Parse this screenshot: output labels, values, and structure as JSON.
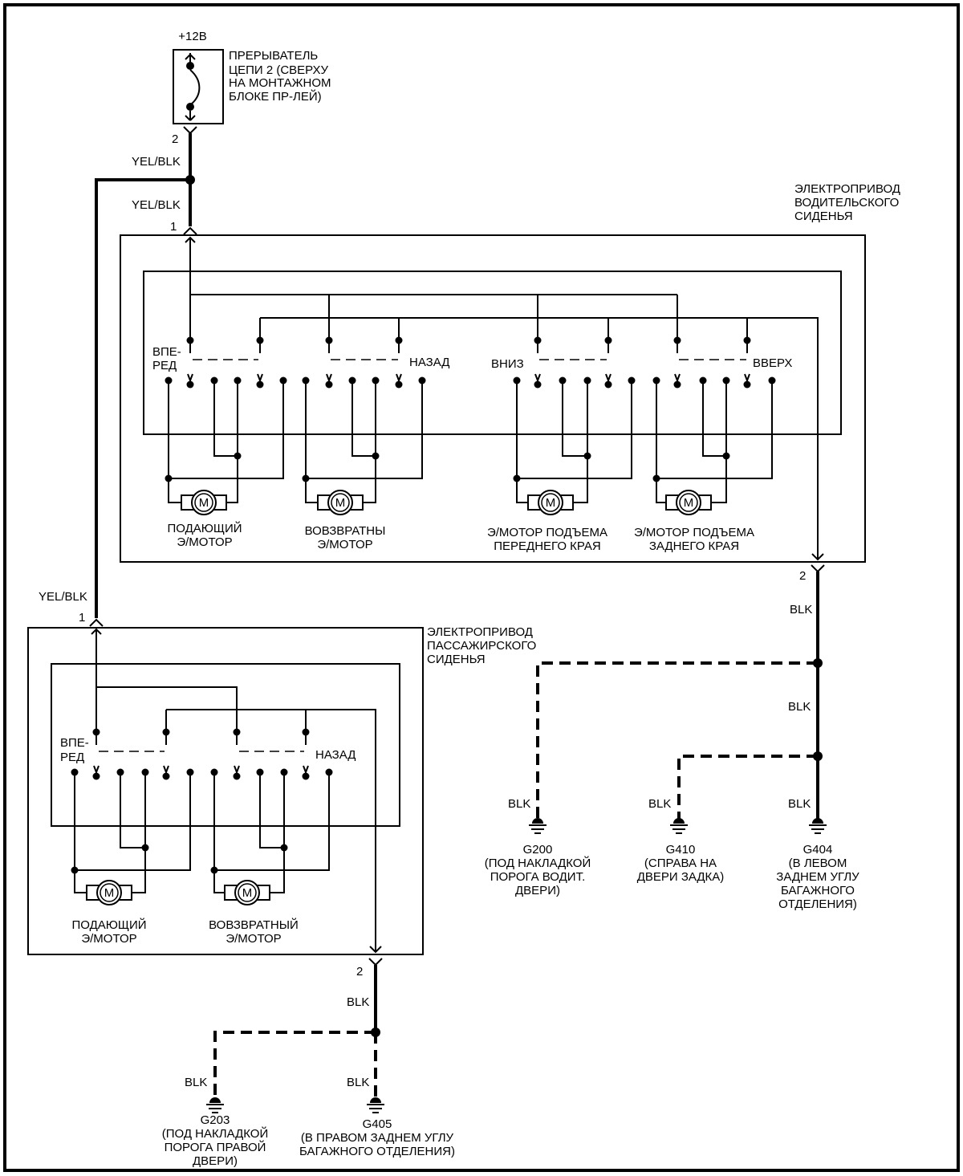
{
  "supply": {
    "voltage": "+12В"
  },
  "breaker": {
    "lines": [
      "ПРЕРЫВАТЕЛЬ",
      "ЦЕПИ 2 (СВЕРХУ",
      "НА МОНТАЖНОМ",
      "БЛОКЕ ПР-ЛЕЙ)"
    ],
    "pin": "2"
  },
  "wires": {
    "yel_blk": "YEL/BLK",
    "blk": "BLK"
  },
  "driver_seat": {
    "title": [
      "ЭЛЕКТРОПРИВОД",
      "ВОДИТЕЛЬСКОГО",
      "СИДЕНЬЯ"
    ],
    "pin_in": "1",
    "pin_out": "2",
    "switches": {
      "forward": [
        "ВПЕ-",
        "РЕД"
      ],
      "back": "НАЗАД",
      "down": "ВНИЗ",
      "up": "ВВЕРХ"
    },
    "motors": [
      {
        "label": [
          "ПОДАЮЩИЙ",
          "Э/МОТОР"
        ]
      },
      {
        "label": [
          "ВОВЗВРАТНЫ",
          "Э/МОТОР"
        ]
      },
      {
        "label": [
          "Э/МОТОР ПОДЪЕМА",
          "ПЕРЕДНЕГО  КРАЯ"
        ]
      },
      {
        "label": [
          "Э/МОТОР ПОДЪЕМА",
          "ЗАДНЕГО КРАЯ"
        ]
      }
    ]
  },
  "passenger_seat": {
    "title": [
      "ЭЛЕКТРОПРИВОД",
      "ПАССАЖИРСКОГО",
      "СИДЕНЬЯ"
    ],
    "pin_in": "1",
    "pin_out": "2",
    "switches": {
      "forward": [
        "ВПЕ-",
        "РЕД"
      ],
      "back": "НАЗАД"
    },
    "motors": [
      {
        "label": [
          "ПОДАЮЩИЙ",
          "Э/МОТОР"
        ]
      },
      {
        "label": [
          "ВОВЗВРАТНЫЙ",
          "Э/МОТОР"
        ]
      }
    ]
  },
  "motor_symbol": "M",
  "grounds": [
    {
      "id": "G200",
      "lines": [
        "(ПОД НАКЛАДКОЙ",
        "ПОРОГА ВОДИТ.",
        "ДВЕРИ)"
      ]
    },
    {
      "id": "G410",
      "lines": [
        "(СПРАВА НА",
        "ДВЕРИ  ЗАДКА)"
      ]
    },
    {
      "id": "G404",
      "lines": [
        "(В ЛЕВОМ",
        "ЗАДНЕМ УГЛУ",
        "БАГАЖНОГО",
        "ОТДЕЛЕНИЯ)"
      ]
    },
    {
      "id": "G203",
      "lines": [
        "(ПОД НАКЛАДКОЙ",
        "ПОРОГА ПРАВОЙ",
        "ДВЕРИ)"
      ]
    },
    {
      "id": "G405",
      "lines": [
        "(В ПРАВОМ ЗАДНЕМ УГЛУ",
        "БАГАЖНОГО ОТДЕЛЕНИЯ)"
      ]
    }
  ]
}
